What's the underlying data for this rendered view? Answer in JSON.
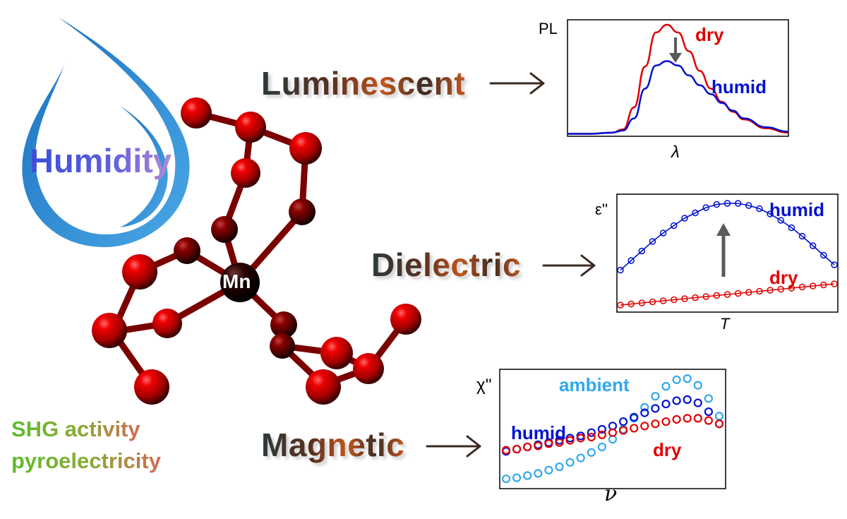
{
  "stimulus": {
    "label": "Humidity",
    "colors": {
      "drop": "#2b8fd6",
      "text_start": "#3b4fd6",
      "text_end": "#b08ad8"
    }
  },
  "center_atom": {
    "label": "Mn"
  },
  "extra_properties": {
    "line1": "SHG activity",
    "line2": "pyroelectricity"
  },
  "properties": [
    {
      "label": "Luminescent"
    },
    {
      "label": "Dielectric"
    },
    {
      "label": "Magnetic"
    }
  ],
  "colors": {
    "red": "#e00000",
    "blue": "#0010d0",
    "light_blue": "#30a8ee",
    "arrow": "#5a5a5a",
    "atom": "#c00000"
  },
  "chart_data": [
    {
      "type": "line",
      "ylabel": "PL",
      "xlabel": "λ",
      "x": [
        0,
        0.1,
        0.2,
        0.25,
        0.3,
        0.35,
        0.4,
        0.45,
        0.5,
        0.55,
        0.6,
        0.65,
        0.7,
        0.75,
        0.8,
        0.9,
        1.0
      ],
      "series": [
        {
          "name": "dry",
          "color": "#e00000",
          "values": [
            0.01,
            0.01,
            0.02,
            0.05,
            0.25,
            0.62,
            0.93,
            1.0,
            0.93,
            0.76,
            0.58,
            0.42,
            0.3,
            0.21,
            0.14,
            0.06,
            0.02
          ]
        },
        {
          "name": "humid",
          "color": "#0010d0",
          "values": [
            0.01,
            0.01,
            0.02,
            0.04,
            0.15,
            0.42,
            0.63,
            0.67,
            0.63,
            0.54,
            0.45,
            0.37,
            0.29,
            0.22,
            0.15,
            0.07,
            0.03
          ]
        }
      ],
      "annotation": "arrow-down"
    },
    {
      "type": "scatter",
      "ylabel": "ε''",
      "xlabel": "T",
      "x": [
        0,
        0.05,
        0.1,
        0.15,
        0.2,
        0.25,
        0.3,
        0.35,
        0.4,
        0.45,
        0.5,
        0.55,
        0.6,
        0.65,
        0.7,
        0.75,
        0.8,
        0.85,
        0.9,
        0.95,
        1.0
      ],
      "series": [
        {
          "name": "humid",
          "color": "#0010d0",
          "values": [
            0.37,
            0.46,
            0.55,
            0.64,
            0.72,
            0.79,
            0.86,
            0.91,
            0.96,
            0.99,
            1.0,
            1.0,
            0.98,
            0.95,
            0.9,
            0.84,
            0.77,
            0.69,
            0.6,
            0.51,
            0.42
          ]
        },
        {
          "name": "dry",
          "color": "#e00000",
          "values": [
            0.04,
            0.05,
            0.06,
            0.07,
            0.08,
            0.09,
            0.1,
            0.11,
            0.12,
            0.13,
            0.14,
            0.15,
            0.16,
            0.17,
            0.18,
            0.19,
            0.2,
            0.21,
            0.22,
            0.23,
            0.24
          ]
        }
      ],
      "annotation": "arrow-up"
    },
    {
      "type": "scatter",
      "ylabel": "χ''",
      "xlabel": "ν",
      "x": [
        0,
        0.05,
        0.1,
        0.15,
        0.2,
        0.25,
        0.3,
        0.35,
        0.4,
        0.45,
        0.5,
        0.55,
        0.6,
        0.65,
        0.7,
        0.75,
        0.8,
        0.85,
        0.9,
        0.95,
        1.0
      ],
      "series": [
        {
          "name": "ambient",
          "color": "#30a8ee",
          "values": [
            0.05,
            0.06,
            0.08,
            0.1,
            0.13,
            0.16,
            0.2,
            0.24,
            0.29,
            0.34,
            0.41,
            0.5,
            0.6,
            0.7,
            0.8,
            0.89,
            0.95,
            0.96,
            0.9,
            0.78,
            0.62
          ]
        },
        {
          "name": "humid",
          "color": "#0010d0",
          "values": [
            0.3,
            0.32,
            0.34,
            0.36,
            0.38,
            0.4,
            0.42,
            0.44,
            0.47,
            0.5,
            0.53,
            0.57,
            0.61,
            0.65,
            0.69,
            0.73,
            0.76,
            0.77,
            0.74,
            0.66,
            0.55
          ]
        },
        {
          "name": "dry",
          "color": "#e00000",
          "values": [
            0.31,
            0.32,
            0.34,
            0.35,
            0.37,
            0.38,
            0.4,
            0.42,
            0.43,
            0.45,
            0.47,
            0.49,
            0.51,
            0.53,
            0.55,
            0.57,
            0.59,
            0.6,
            0.6,
            0.58,
            0.55
          ]
        }
      ]
    }
  ]
}
